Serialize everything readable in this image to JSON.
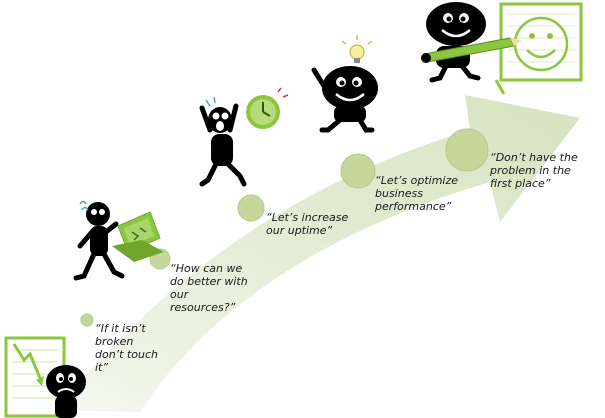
{
  "stages": [
    {
      "id": "stage-1",
      "quote": "“If it isn’t\nbroken\ndon’t touch\nit”"
    },
    {
      "id": "stage-2",
      "quote": "“How can we\ndo better with\nour\nresources?”"
    },
    {
      "id": "stage-3",
      "quote": "“Let’s increase\nour uptime”"
    },
    {
      "id": "stage-4",
      "quote": "“Let’s optimize\nbusiness\nperformance”"
    },
    {
      "id": "stage-5",
      "quote": "“Don’t have the\nproblem in the\nfirst place”"
    }
  ],
  "colors": {
    "arrow": "#e6eed8",
    "circle": "#c7d79c",
    "circle_stroke": "#b4c888",
    "accent_green": "#8cc63f",
    "figure": "#000000"
  },
  "icons": [
    "declining-chart-icon",
    "broken-screen-icon",
    "alarm-clock-icon",
    "lightbulb-icon",
    "pencil-icon",
    "smiley-board-icon"
  ]
}
